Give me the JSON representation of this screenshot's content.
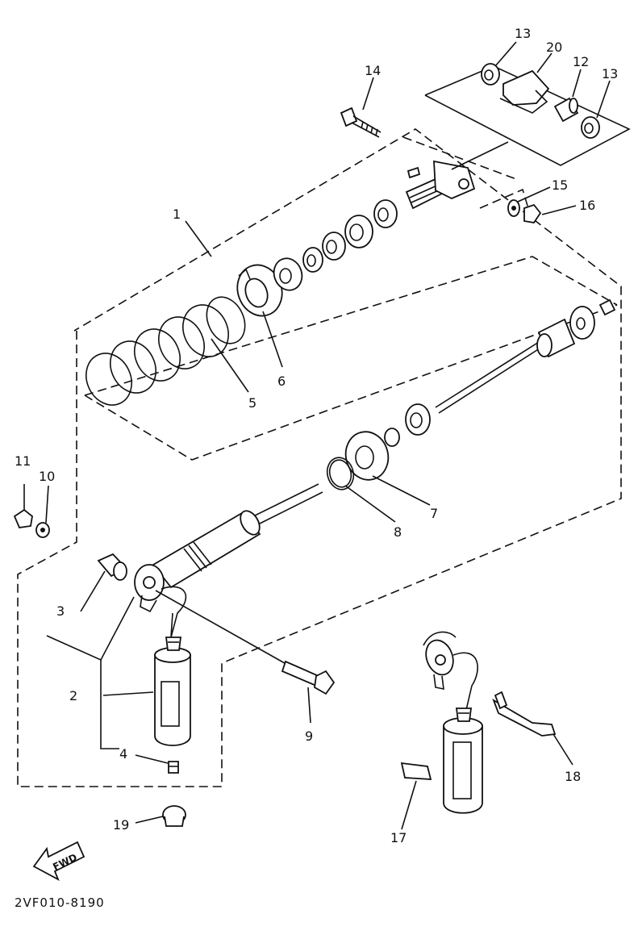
{
  "callouts": [
    "1",
    "2",
    "3",
    "4",
    "5",
    "6",
    "7",
    "8",
    "9",
    "10",
    "11",
    "12",
    "13",
    "14",
    "15",
    "16",
    "17",
    "18",
    "19",
    "20"
  ],
  "callout_13_repeat": "13",
  "fwd_label": "FWD",
  "diagram_code": "2VF010-8190"
}
